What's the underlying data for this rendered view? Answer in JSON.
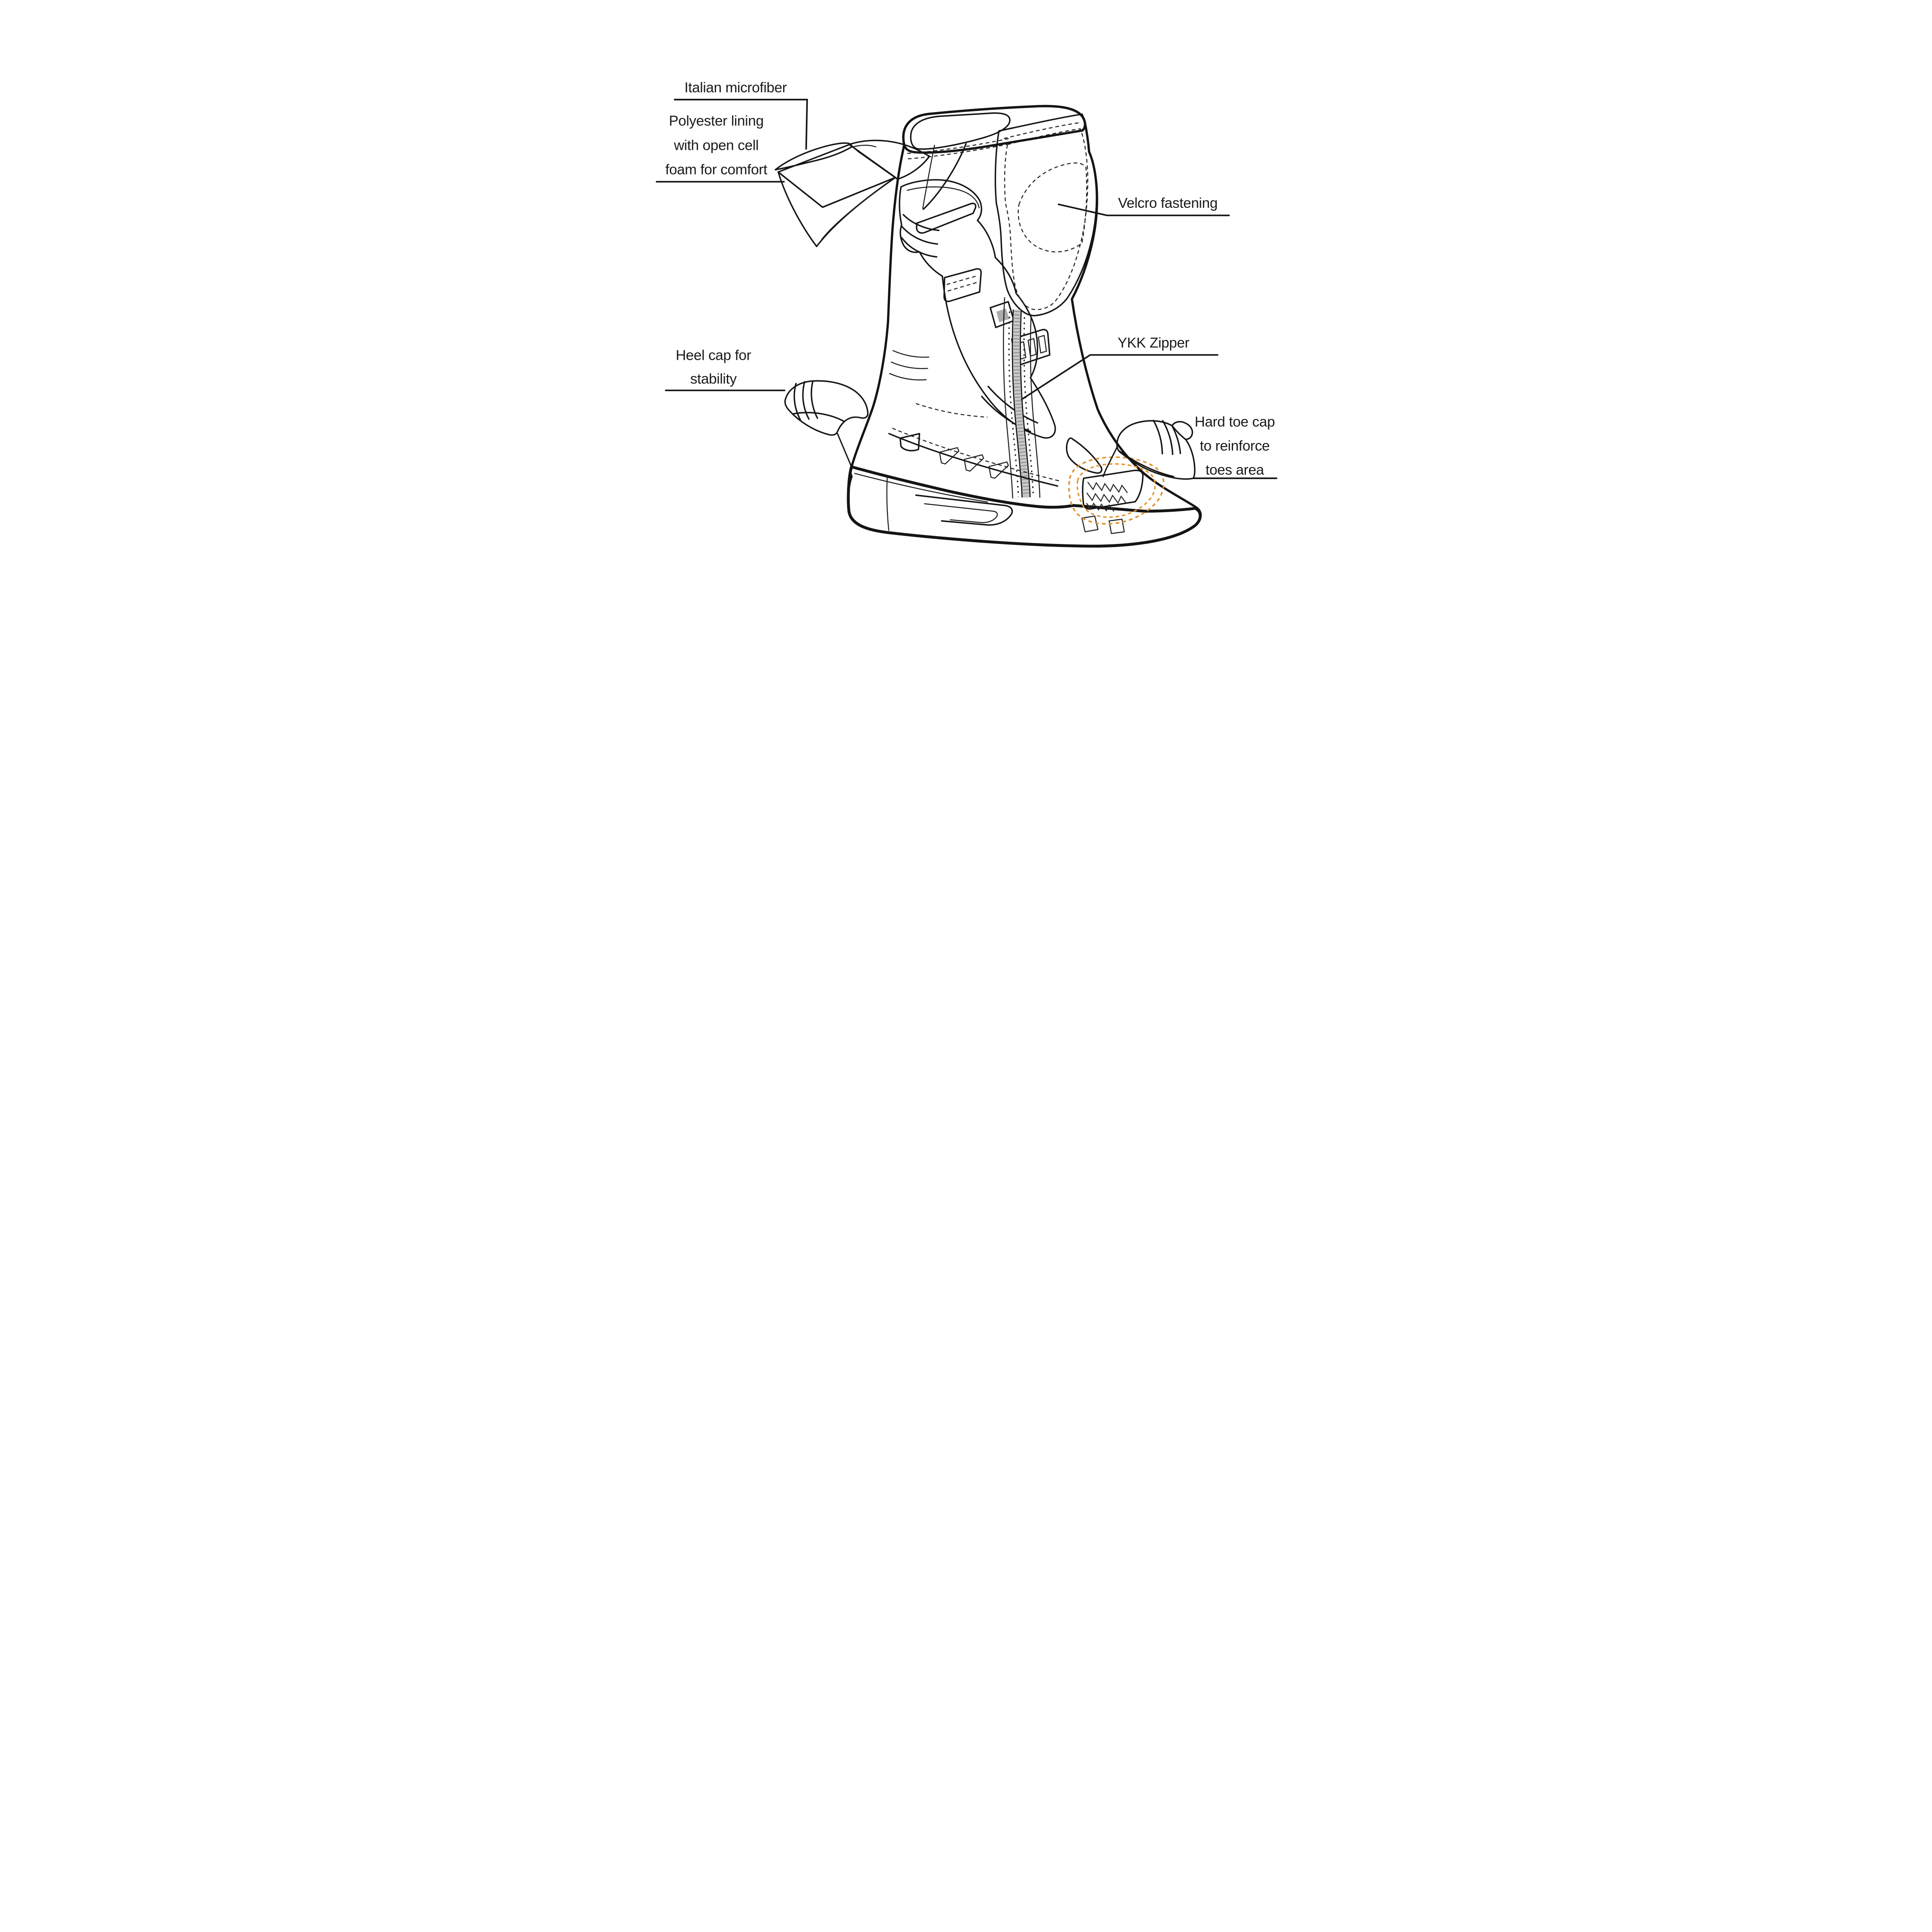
{
  "figure": {
    "type": "product-feature-diagram",
    "subject": "Motorcycle racing boot with highlighted construction features",
    "background": "#ffffff"
  },
  "labels": {
    "italian_microfiber": {
      "lines": [
        "Italian microfiber"
      ]
    },
    "polyester_lining": {
      "lines": [
        "Polyester lining",
        "with open cell",
        "foam for comfort"
      ]
    },
    "velcro_fastening": {
      "lines": [
        "Velcro fastening"
      ]
    },
    "heel_cap": {
      "lines": [
        "Heel cap for",
        "stability"
      ]
    },
    "ykk_zipper": {
      "lines": [
        "YKK Zipper"
      ]
    },
    "hard_toe_cap": {
      "lines": [
        "Hard toe cap",
        "to reinforce",
        "toes area"
      ]
    }
  },
  "colors": {
    "outline": "#141414",
    "boot_white": "#ffffff",
    "panel_gray": "#c6c8ca",
    "panel_gray_mid": "#a9abad",
    "sole_gray": "#bdbfc1",
    "slider_gray": "#b4b6b8",
    "zipper_gray": "#c9cbcd",
    "zipper_teeth": "#97999b",
    "microfiber_dark": "#8f9194",
    "lining_sheet_mid": "#a9abae",
    "foam_top": "#d4d6d8",
    "foam_front": "#c9cbcd",
    "heel_cap_blue": "#2aa0d8",
    "toe_cap_orange": "#e8891b",
    "toe_outline_dash": "#e2922e"
  }
}
